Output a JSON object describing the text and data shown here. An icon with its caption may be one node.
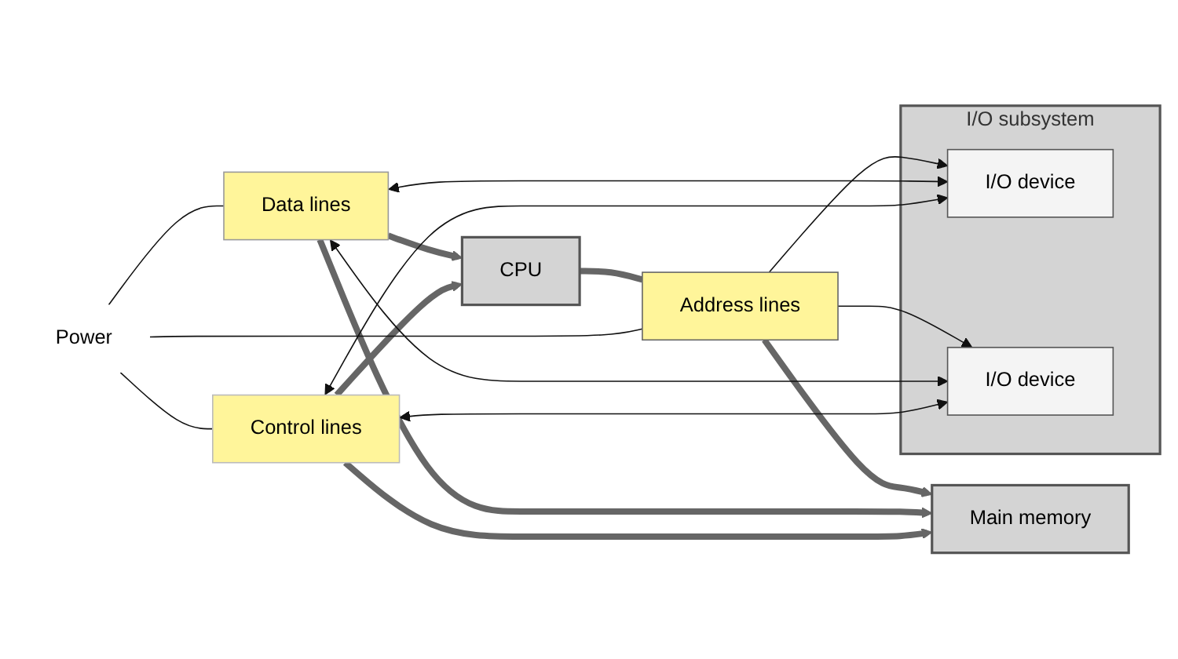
{
  "diagram": {
    "nodes": [
      {
        "text": [
          "CPU"
        ]
      },
      {
        "text": [
          "Power"
        ]
      },
      {
        "text": [
          "Address lines"
        ]
      },
      {
        "text": [
          "Data lines"
        ]
      },
      {
        "text": [
          "Control lines"
        ]
      },
      {
        "text": [
          "Main memory"
        ]
      },
      {
        "text": [
          "I/O subsystem"
        ]
      },
      {
        "text": [
          "I/O device"
        ],
        "in": 6
      },
      {
        "text": [
          "I/O device"
        ],
        "in": 6
      }
    ],
    "edges": [
      {
        "from": 0,
        "to": 2,
        "arrow": "none",
        "style": "thick"
      },
      {
        "from": 2,
        "to": 5,
        "arrow": "to",
        "style": "thick"
      },
      {
        "from": 3,
        "to": 0,
        "arrow": "to",
        "style": "thick"
      },
      {
        "from": 3,
        "to": 5,
        "arrow": "to",
        "style": "thick"
      },
      {
        "from": 4,
        "to": 0,
        "arrow": "to",
        "style": "thick"
      },
      {
        "from": 4,
        "to": 5,
        "arrow": "to",
        "style": "thick"
      },
      {
        "from": 1,
        "to": 2,
        "arrow": "none"
      },
      {
        "from": 1,
        "to": 3,
        "arrow": "none"
      },
      {
        "from": 1,
        "to": 4,
        "arrow": "none"
      },
      {
        "from": 2,
        "to": 7,
        "arrow": "to"
      },
      {
        "from": 3,
        "to": 7,
        "arrow": "both"
      },
      {
        "from": 4,
        "to": 7,
        "arrow": "both"
      },
      {
        "from": 2,
        "to": 8,
        "arrow": "to"
      },
      {
        "from": 3,
        "to": 8,
        "arrow": "both"
      },
      {
        "from": 4,
        "to": 8,
        "arrow": "both"
      }
    ]
  }
}
